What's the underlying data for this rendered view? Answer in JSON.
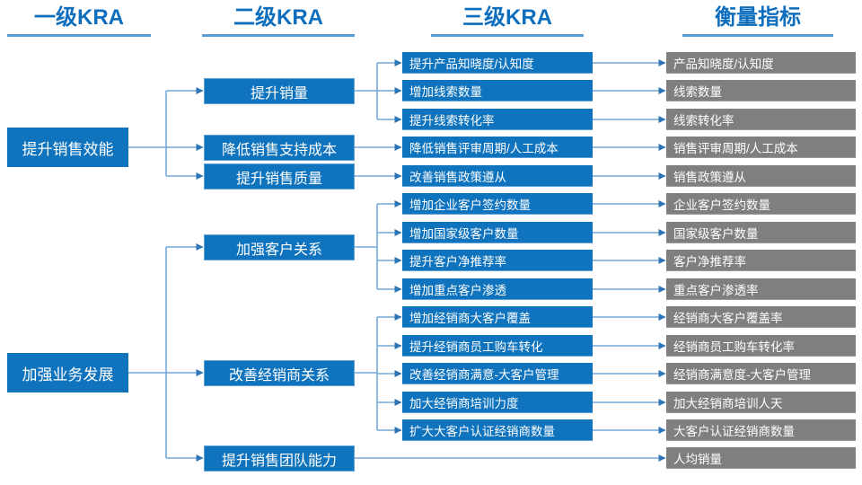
{
  "headers": [
    {
      "label": "一级KRA"
    },
    {
      "label": "二级KRA"
    },
    {
      "label": "三级KRA"
    },
    {
      "label": "衡量指标"
    }
  ],
  "level1": [
    "提升销售效能",
    "加强业务发展"
  ],
  "level2": [
    "提升销量",
    "降低销售支持成本",
    "提升销售质量",
    "加强客户关系",
    "改善经销商关系",
    "提升销售团队能力"
  ],
  "level3": [
    "提升产品知晓度/认知度",
    "增加线索数量",
    "提升线索转化率",
    "降低销售评审周期/人工成本",
    "改善销售政策遵从",
    "增加企业客户签约数量",
    "增加国家级客户数量",
    "提升客户净推荐率",
    "增加重点客户渗透",
    "增加经销商大客户覆盖",
    "提升经销商员工购车转化",
    "改善经销商满意-大客户管理",
    "加大经销商培训力度",
    "扩大大客户认证经销商数量"
  ],
  "metrics": [
    "产品知晓度/认知度",
    "线索数量",
    "线索转化率",
    "销售评审周期/人工成本",
    "销售政策遵从",
    "企业客户签约数量",
    "国家级客户数量",
    "客户净推荐率",
    "重点客户渗透率",
    "经销商大客户覆盖率",
    "经销商员工购车转化率",
    "经销商满意度-大客户管理",
    "加大经销商培训人天",
    "大客户认证经销商数量",
    "人均销量"
  ],
  "edges": {
    "level1_to_level2": [
      {
        "from": "提升销售效能",
        "to": [
          "提升销量",
          "降低销售支持成本",
          "提升销售质量"
        ]
      },
      {
        "from": "加强业务发展",
        "to": [
          "加强客户关系",
          "改善经销商关系",
          "提升销售团队能力"
        ]
      }
    ],
    "level2_to_level3": [
      {
        "from": "提升销量",
        "to": [
          "提升产品知晓度/认知度",
          "增加线索数量",
          "提升线索转化率"
        ]
      },
      {
        "from": "降低销售支持成本",
        "to": [
          "降低销售评审周期/人工成本"
        ]
      },
      {
        "from": "提升销售质量",
        "to": [
          "改善销售政策遵从"
        ]
      },
      {
        "from": "加强客户关系",
        "to": [
          "增加企业客户签约数量",
          "增加国家级客户数量",
          "提升客户净推荐率",
          "增加重点客户渗透"
        ]
      },
      {
        "from": "改善经销商关系",
        "to": [
          "增加经销商大客户覆盖",
          "提升经销商员工购车转化",
          "改善经销商满意-大客户管理",
          "加大经销商培训力度",
          "扩大大客户认证经销商数量"
        ]
      },
      {
        "from": "提升销售团队能力",
        "to_metric": [
          "人均销量"
        ]
      }
    ],
    "level3_to_metric": [
      {
        "from": "提升产品知晓度/认知度",
        "to": "产品知晓度/认知度"
      },
      {
        "from": "增加线索数量",
        "to": "线索数量"
      },
      {
        "from": "提升线索转化率",
        "to": "线索转化率"
      },
      {
        "from": "降低销售评审周期/人工成本",
        "to": "销售评审周期/人工成本"
      },
      {
        "from": "改善销售政策遵从",
        "to": "销售政策遵从"
      },
      {
        "from": "增加企业客户签约数量",
        "to": "企业客户签约数量"
      },
      {
        "from": "增加国家级客户数量",
        "to": "国家级客户数量"
      },
      {
        "from": "提升客户净推荐率",
        "to": "客户净推荐率"
      },
      {
        "from": "增加重点客户渗透",
        "to": "重点客户渗透率"
      },
      {
        "from": "增加经销商大客户覆盖",
        "to": "经销商大客户覆盖率"
      },
      {
        "from": "提升经销商员工购车转化",
        "to": "经销商员工购车转化率"
      },
      {
        "from": "改善经销商满意-大客户管理",
        "to": "经销商满意度-大客户管理"
      },
      {
        "from": "加大经销商培训力度",
        "to": "加大经销商培训人天"
      },
      {
        "from": "扩大大客户认证经销商数量",
        "to": "大客户认证经销商数量"
      }
    ]
  },
  "colors": {
    "node_blue": "#0f73bd",
    "node_blue_border": "#5fa0d6",
    "metric_gray": "#7f7f7f",
    "header_blue": "#0d6ebd",
    "underline_blue": "#5b9bd5",
    "line_blue": "#74a9da",
    "arrow_blue": "#2e75b6"
  }
}
